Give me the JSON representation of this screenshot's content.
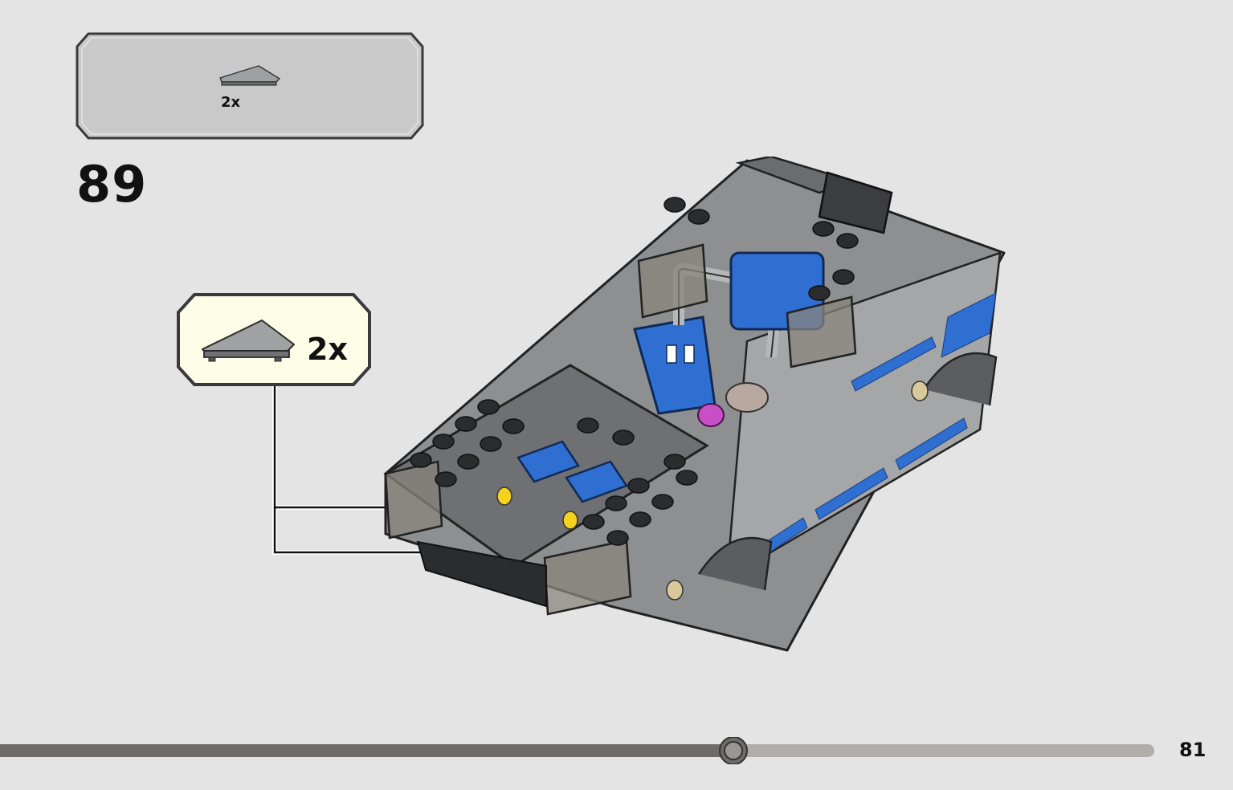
{
  "step": {
    "number": "89"
  },
  "parts_list": {
    "items": [
      {
        "part_icon": "tile-triangle-icon",
        "quantity": "2x"
      }
    ]
  },
  "callout": {
    "part_icon": "tile-triangle-icon",
    "quantity": "2x",
    "arrows": 2
  },
  "progress": {
    "fraction": 0.595
  },
  "page": {
    "number": "81"
  },
  "colors": {
    "background": "#e4e4e4",
    "parts_box_fill": "#c9c9c9",
    "callout_fill": "#fdfde8",
    "brick_grey": "#9a9c9e",
    "brick_dark": "#444649",
    "brick_blue": "#2f6fd2",
    "progress_done": "#6f6b66",
    "progress_todo": "#b1ada9"
  }
}
